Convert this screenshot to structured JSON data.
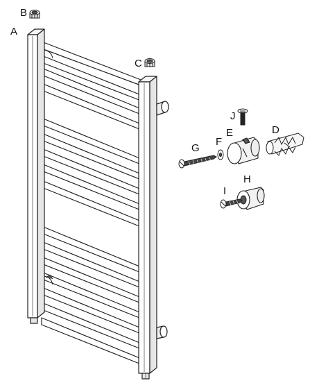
{
  "labels": {
    "A": "A",
    "B": "B",
    "C": "C",
    "D": "D",
    "E": "E",
    "F": "F",
    "G": "G",
    "H": "H",
    "I": "I",
    "J": "J"
  },
  "colors": {
    "stroke": "#222222",
    "fill": "#ffffff",
    "shade": "#e6e6e6",
    "dark": "#555555"
  }
}
